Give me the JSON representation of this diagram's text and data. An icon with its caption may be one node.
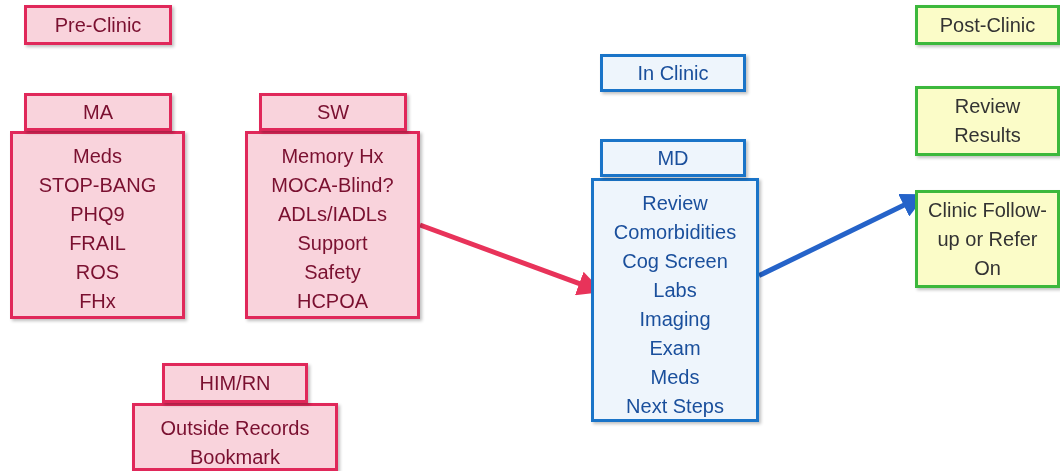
{
  "diagram": {
    "nodes": [
      {
        "text": [
          "Pre-Clinic"
        ]
      },
      {
        "text": [
          "MA"
        ]
      },
      {
        "text": [
          "Meds",
          "STOP-BANG",
          "PHQ9",
          "FRAIL",
          "ROS",
          "FHx"
        ]
      },
      {
        "text": [
          "SW"
        ]
      },
      {
        "text": [
          "Memory Hx",
          "MOCA-Blind?",
          "ADLs/IADLs",
          "Support",
          "Safety",
          "HCPOA"
        ]
      },
      {
        "text": [
          "HIM/RN"
        ]
      },
      {
        "text": [
          "Outside Records",
          "Bookmark"
        ]
      },
      {
        "text": [
          "In Clinic"
        ]
      },
      {
        "text": [
          "MD"
        ]
      },
      {
        "text": [
          "Review",
          "Comorbidities",
          "Cog Screen",
          "Labs",
          "Imaging",
          "Exam",
          "Meds",
          "Next Steps"
        ]
      },
      {
        "text": [
          "Post-Clinic"
        ]
      },
      {
        "text": [
          "Review Results"
        ]
      },
      {
        "text": [
          "Clinic Follow-up or Refer On"
        ]
      }
    ],
    "edges": [
      {
        "from": 4,
        "to": 9,
        "arrow": "to",
        "color": "#e8335a"
      },
      {
        "from": 9,
        "to": 12,
        "arrow": "to",
        "color": "#2563c9"
      }
    ]
  }
}
